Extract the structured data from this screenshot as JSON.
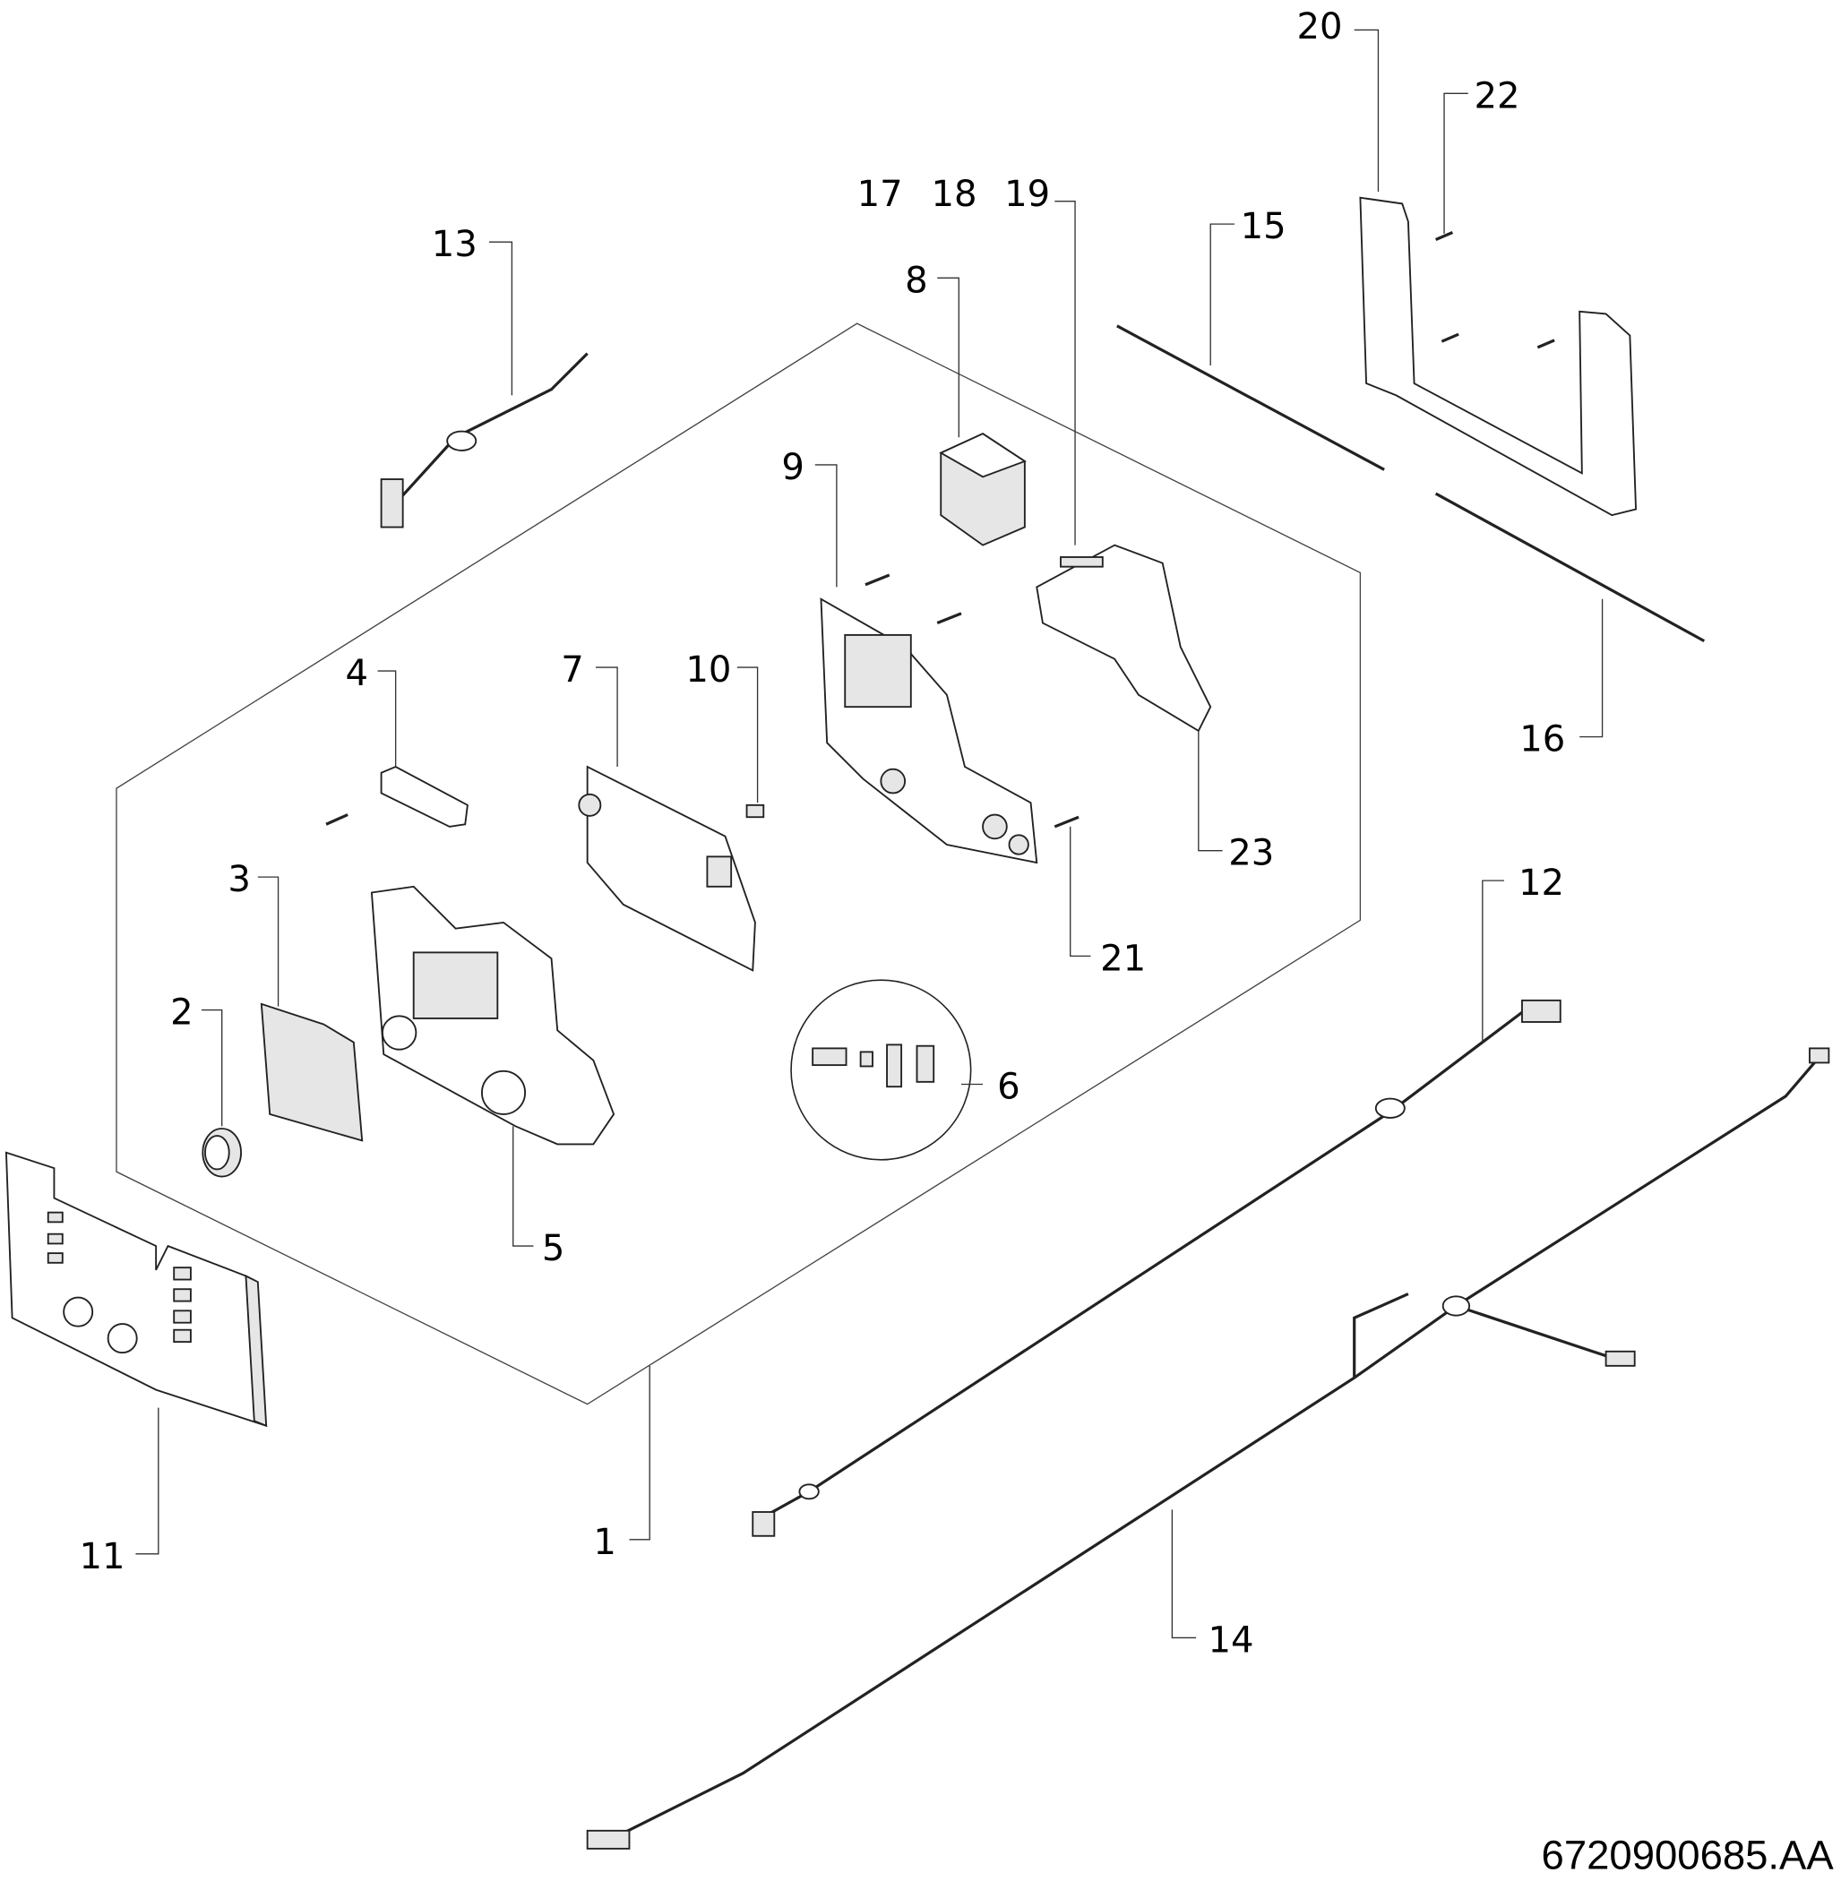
{
  "drawing_code": "6720900685.AA",
  "callouts": [
    {
      "label": "1"
    },
    {
      "label": "2"
    },
    {
      "label": "3"
    },
    {
      "label": "4"
    },
    {
      "label": "5"
    },
    {
      "label": "6"
    },
    {
      "label": "7"
    },
    {
      "label": "8"
    },
    {
      "label": "9"
    },
    {
      "label": "10"
    },
    {
      "label": "11"
    },
    {
      "label": "12"
    },
    {
      "label": "13"
    },
    {
      "label": "14"
    },
    {
      "label": "15"
    },
    {
      "label": "16"
    },
    {
      "label": "17"
    },
    {
      "label": "18"
    },
    {
      "label": "19"
    },
    {
      "label": "20"
    },
    {
      "label": "21"
    },
    {
      "label": "22"
    },
    {
      "label": "23"
    }
  ]
}
